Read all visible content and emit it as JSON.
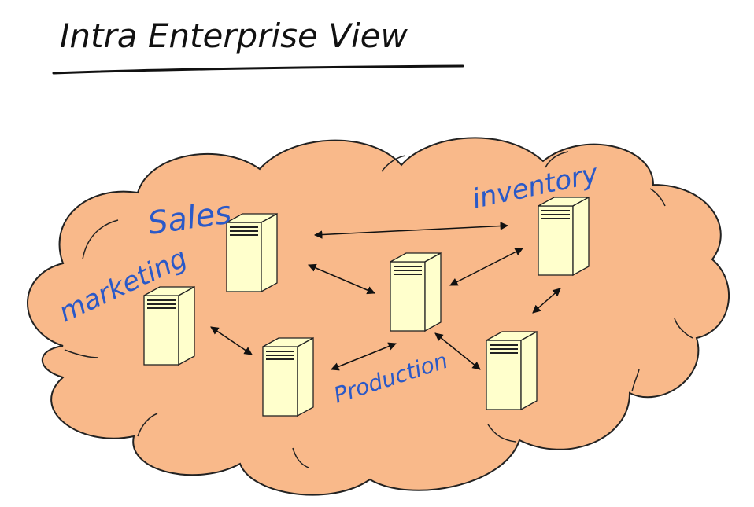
{
  "title": "Intra Enterprise View",
  "labels": {
    "sales": "Sales",
    "marketing": "marketing",
    "inventory": "inventory",
    "production": "Production"
  },
  "colors": {
    "cloud_fill": "#F9B98A",
    "cloud_stroke": "#222222",
    "server_fill": "#FFFFCC",
    "server_stroke": "#222222",
    "label_ink": "#2A59C8",
    "title_ink": "#111111"
  },
  "icons": {
    "server": "server-tower-icon",
    "link": "double-headed-arrow"
  }
}
